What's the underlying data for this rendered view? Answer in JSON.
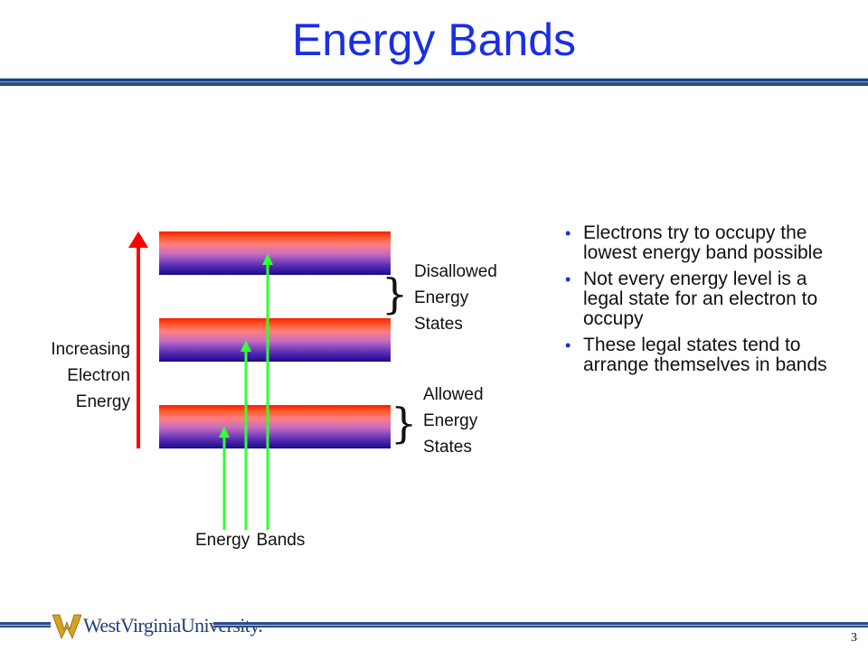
{
  "slide": {
    "title": "Energy Bands",
    "page_number": "3"
  },
  "diagram": {
    "axis_label_lines": [
      "Increasing",
      "Electron",
      "Energy"
    ],
    "disallowed_label_lines": [
      "Disallowed",
      "Energy",
      "States"
    ],
    "allowed_label_lines": [
      "Allowed",
      "Energy",
      "States"
    ],
    "caption": "Energy Bands",
    "colors": {
      "axis_arrow": "#ff0000",
      "band_arrows": "#33ff33",
      "title": "#1a2ee6"
    }
  },
  "bullets": [
    "Electrons try to occupy the lowest energy band possible",
    "Not every energy level is a legal state for an electron to occupy",
    "These legal states tend to arrange themselves in bands"
  ],
  "footer": {
    "wordmark": "WestVirginiaUniversity."
  }
}
